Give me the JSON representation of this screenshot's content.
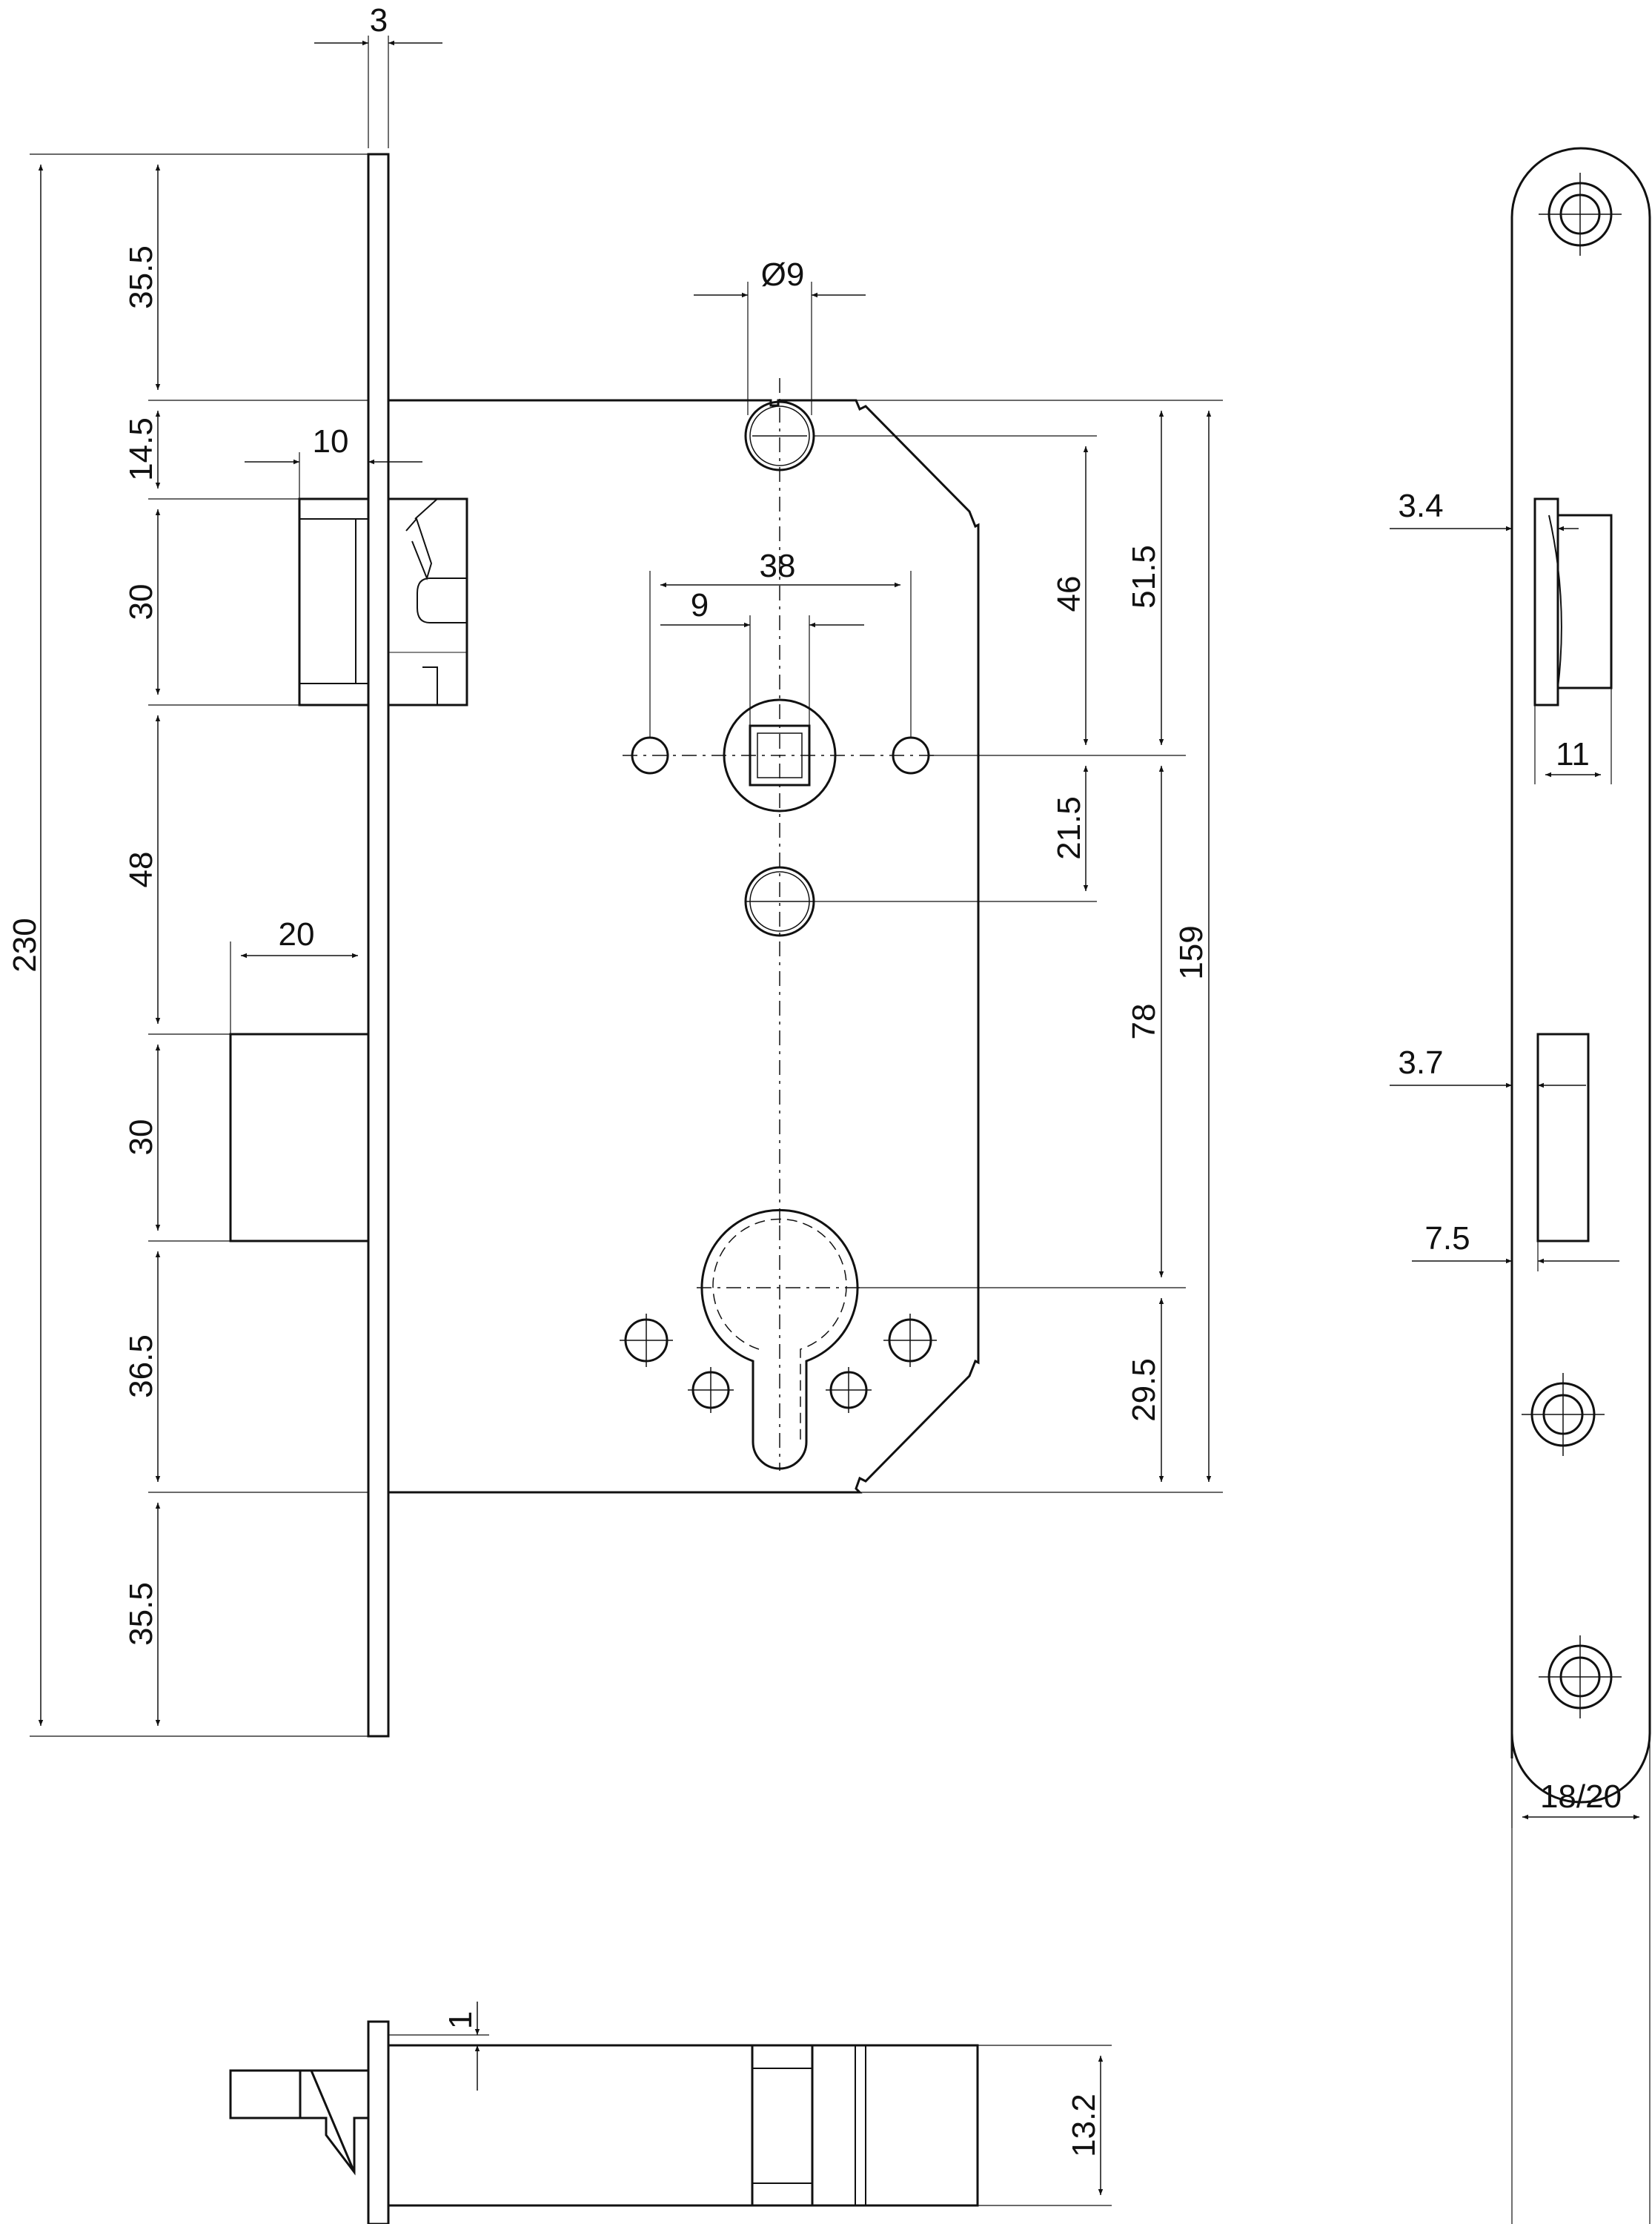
{
  "drawing": {
    "type": "mortise lock technical drawing",
    "line_color": "#111111",
    "background": "#ffffff"
  },
  "dimensions": {
    "faceplate_thickness": "3",
    "total_height": "230",
    "top_margin": "35.5",
    "case_to_latch": "14.5",
    "latch_height": "30",
    "latch_to_bolt": "48",
    "bolt_height": "30",
    "bolt_to_case_bottom": "36.5",
    "bottom_margin": "35.5",
    "latch_projection": "10",
    "bolt_projection": "20",
    "top_hole_diameter": "Ø9",
    "spindle_hole_spacing": "38",
    "spindle_square": "9",
    "top_hole_to_spindle": "46",
    "case_top_to_spindle": "51.5",
    "spindle_to_hole": "21.5",
    "spindle_to_cylinder": "78",
    "case_height": "159",
    "cylinder_to_case_bottom": "29.5",
    "latch_offset_plate": "3.4",
    "latch_depth": "11",
    "bolt_offset_plate": "3.7",
    "bolt_to_edge": "7.5",
    "plate_width": "18/20",
    "bottom_plate_thickness": "1",
    "case_depth": "13.2"
  },
  "icons": {
    "screw": "screw-hole-icon",
    "spindle": "square-spindle-icon",
    "cylinder": "euro-cylinder-cutout-icon"
  }
}
